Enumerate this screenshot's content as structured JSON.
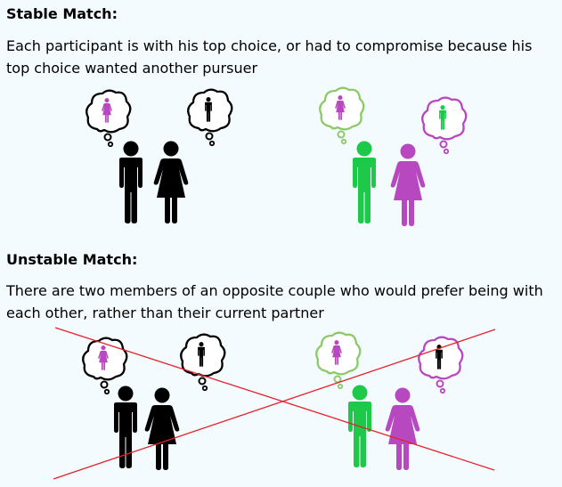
{
  "sections": [
    {
      "title": "Stable Match:",
      "description": "Each participant is with his top choice, or had to compromise because his top choice wanted another pursuer"
    },
    {
      "title": "Unstable Match:",
      "description": "There are two members of an opposite couple who would prefer being with each other, rather than their current partner"
    }
  ],
  "colors": {
    "black": "#000000",
    "green": "#1ec94a",
    "purple": "#b748c0",
    "light_green": "#8dc969",
    "cross_red": "#e8202a",
    "background": "#f3fbfe"
  }
}
